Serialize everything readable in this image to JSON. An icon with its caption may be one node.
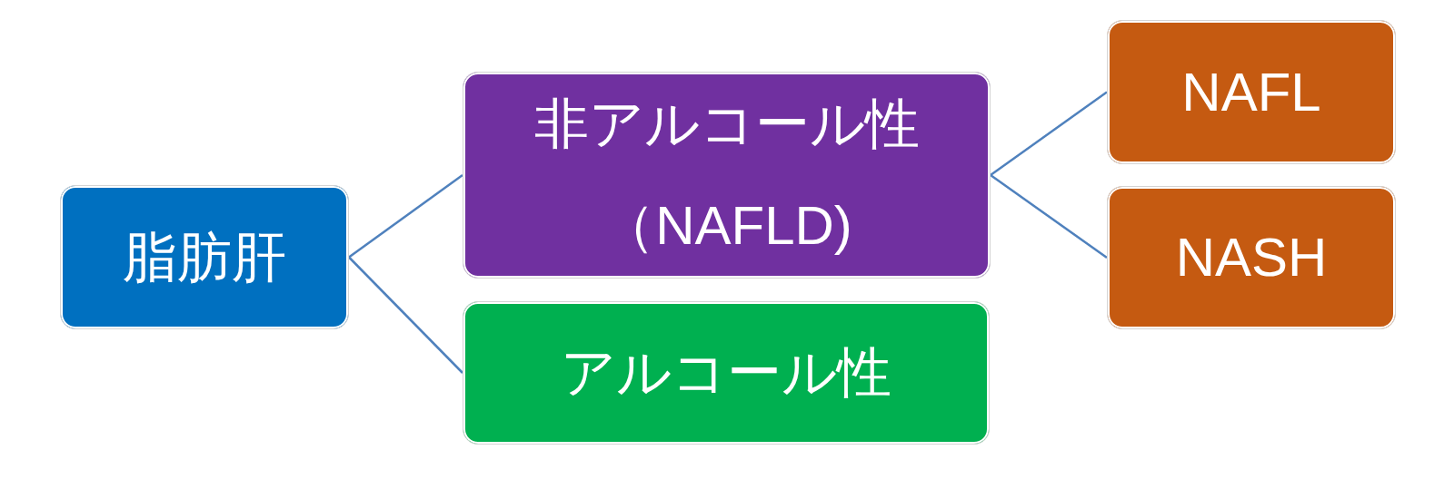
{
  "diagram": {
    "nodes": [
      {
        "text": [
          "脂肪肝"
        ]
      },
      {
        "text": [
          "非アルコール性（NAFLD)"
        ]
      },
      {
        "text": [
          "アルコール性"
        ]
      },
      {
        "text": [
          "NAFL"
        ]
      },
      {
        "text": [
          "NASH"
        ]
      }
    ],
    "edges": [
      {
        "from": 0,
        "to": 1,
        "arrow": "none"
      },
      {
        "from": 0,
        "to": 2,
        "arrow": "none"
      },
      {
        "from": 1,
        "to": 3,
        "arrow": "none"
      },
      {
        "from": 1,
        "to": 4,
        "arrow": "none"
      }
    ]
  }
}
